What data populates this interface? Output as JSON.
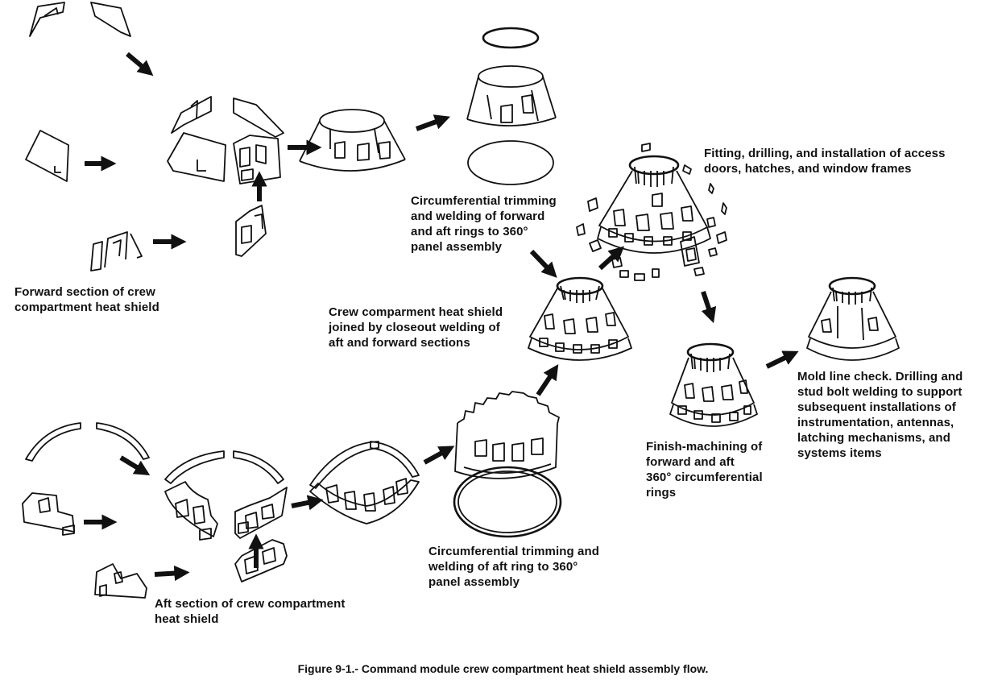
{
  "caption": "Figure 9-1.- Command module crew compartment heat shield assembly flow.",
  "labels": {
    "forward_section": "Forward section of crew\ncompartment heat shield",
    "circ_trim_forward": "Circumferential trimming\nand welding of forward\nand aft rings to 360°\npanel assembly",
    "fitting_drilling": "Fitting, drilling, and installation of access\ndoors, hatches, and window frames",
    "crew_joined": "Crew comparment heat shield\njoined by closeout welding of\naft and forward sections",
    "mold_line": "Mold line check. Drilling and\nstud bolt welding to support\nsubsequent installations of\ninstrumentation, antennas,\nlatching mechanisms, and\nsystems items",
    "finish_machining": "Finish-machining of\nforward and aft\n360° circumferential\nrings",
    "circ_trim_aft": "Circumferential trimming and\nwelding of aft ring to 360°\npanel assembly",
    "aft_section": "Aft section of crew compartment\nheat shield"
  }
}
